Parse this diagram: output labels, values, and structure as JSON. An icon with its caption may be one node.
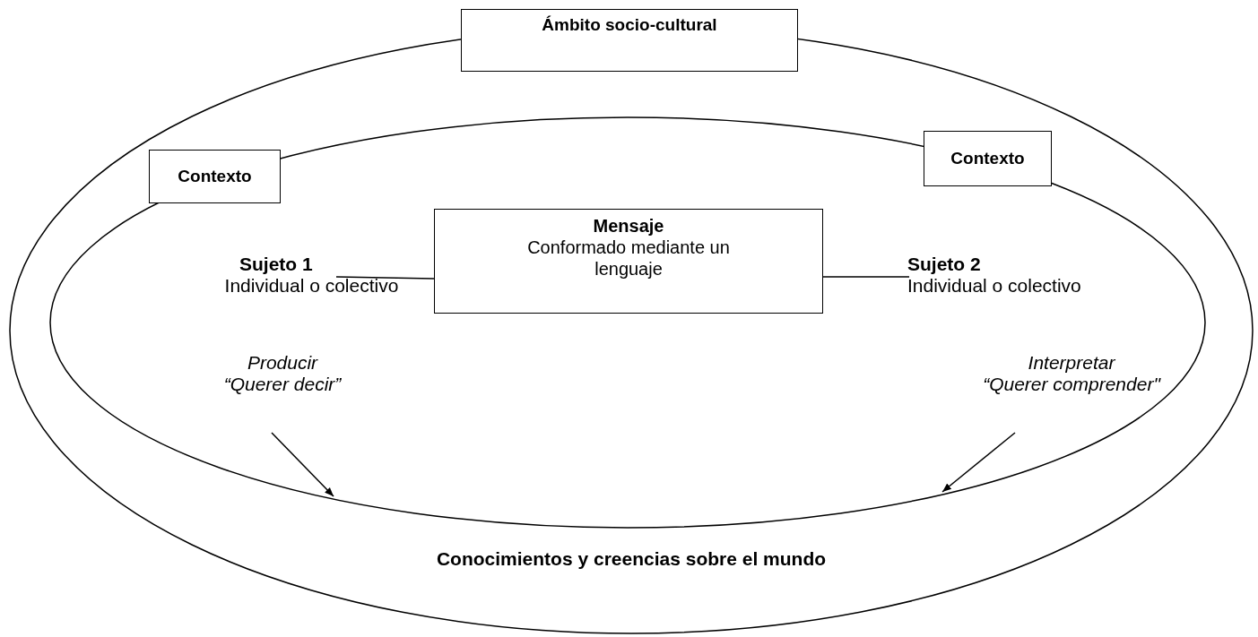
{
  "diagram": {
    "nodes": [
      {
        "text": [
          "Conocimientos y creencias sobre el mundo"
        ]
      },
      {
        "text": [
          "Ámbito socio-cultural"
        ]
      },
      {
        "text": [],
        "shape": "ellipse",
        "in": 0
      },
      {
        "text": [
          "Contexto"
        ],
        "in": 0
      },
      {
        "text": [
          "Contexto"
        ],
        "in": 0
      },
      {
        "text": [
          "Mensaje",
          "Conformado mediante un lenguaje"
        ],
        "in": 2
      },
      {
        "text": [
          "Sujeto 1",
          "Individual o colectivo"
        ],
        "in": 2
      },
      {
        "text": [
          "Sujeto 2",
          "Individual o colectivo"
        ],
        "in": 2
      },
      {
        "text": [
          "Producir",
          "“Querer decir”"
        ],
        "in": 2
      },
      {
        "text": [
          "Interpretar",
          "“Querer comprender\""
        ],
        "in": 2
      }
    ],
    "edges": [
      {
        "from": 6,
        "to": 5,
        "arrow": "none"
      },
      {
        "from": 5,
        "to": 7,
        "arrow": "none"
      },
      {
        "from": 8,
        "to": 2,
        "arrow": "to"
      },
      {
        "from": 9,
        "to": 2,
        "arrow": "to"
      }
    ]
  }
}
